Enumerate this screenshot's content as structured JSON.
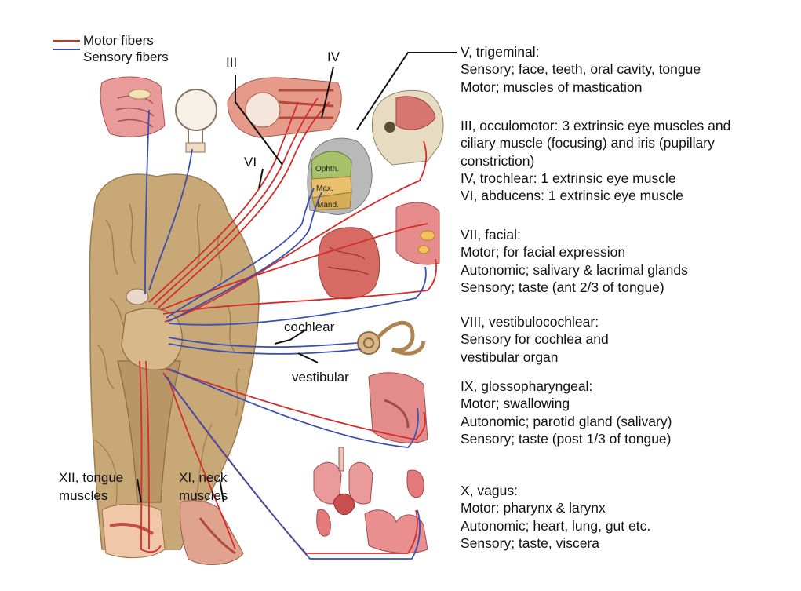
{
  "legend": {
    "motor": {
      "label": "Motor fibers",
      "color": "#d62b2b"
    },
    "sensory": {
      "label": "Sensory fibers",
      "color": "#3a4fb0"
    }
  },
  "labels": {
    "iii": "III",
    "iv": "IV",
    "vi": "VI",
    "ophth": "Ophth.",
    "max": "Max.",
    "mand": "Mand.",
    "cochlear": "cochlear",
    "vestibular": "vestibular",
    "xii_1": "XII, tongue",
    "xii_2": "muscles",
    "xi_1": "XI, neck",
    "xi_2": "muscles"
  },
  "descriptions": [
    {
      "lines": [
        "V, trigeminal:",
        "Sensory; face, teeth, oral cavity, tongue",
        "Motor; muscles of mastication"
      ]
    },
    {
      "lines": [
        "III, occulomotor: 3 extrinsic eye muscles and",
        "ciliary muscle (focusing) and iris (pupillary",
        "constriction)",
        "IV, trochlear: 1 extrinsic eye muscle",
        "VI, abducens: 1 extrinsic eye muscle"
      ]
    },
    {
      "lines": [
        "VII, facial:",
        "Motor; for facial expression",
        "Autonomic; salivary & lacrimal glands",
        "Sensory; taste (ant 2/3 of tongue)"
      ]
    },
    {
      "lines": [
        "VIII, vestibulocochlear:",
        "Sensory for cochlea and",
        "vestibular organ"
      ]
    },
    {
      "lines": [
        "IX, glossopharyngeal:",
        "Motor; swallowing",
        "Autonomic; parotid gland (salivary)",
        "Sensory; taste (post 1/3 of tongue)"
      ]
    },
    {
      "lines": [
        "X, vagus:",
        "Motor: pharynx & larynx",
        "Autonomic; heart, lung, gut etc.",
        "Sensory; taste, viscera"
      ]
    }
  ]
}
